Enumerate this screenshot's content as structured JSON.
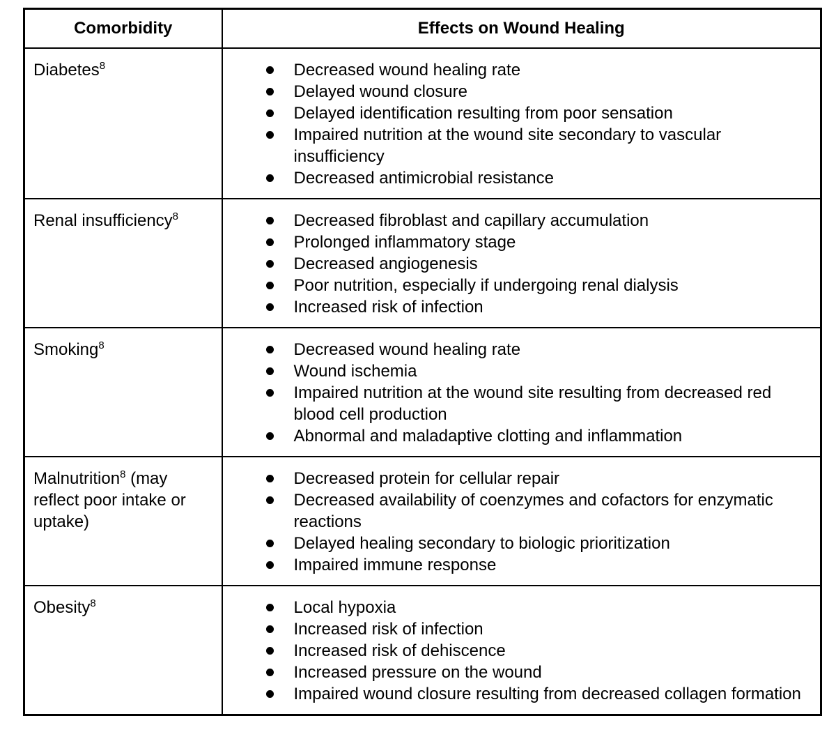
{
  "colors": {
    "border": "#000000",
    "text": "#000000",
    "background": "#ffffff"
  },
  "table": {
    "columns": [
      {
        "label": "Comorbidity"
      },
      {
        "label": "Effects on Wound Healing"
      }
    ],
    "rows": [
      {
        "comorbidity": "Diabetes",
        "sup": "8",
        "note": "",
        "effects": [
          "Decreased wound healing rate",
          "Delayed wound closure",
          "Delayed identification resulting from poor sensation",
          "Impaired nutrition at the wound site secondary to vascular insufficiency",
          "Decreased antimicrobial resistance"
        ]
      },
      {
        "comorbidity": "Renal insufficiency",
        "sup": "8",
        "note": "",
        "effects": [
          "Decreased fibroblast and capillary accumulation",
          "Prolonged inflammatory stage",
          "Decreased angiogenesis",
          "Poor nutrition, especially if undergoing renal dialysis",
          "Increased risk of infection"
        ]
      },
      {
        "comorbidity": "Smoking",
        "sup": "8",
        "note": "",
        "effects": [
          "Decreased wound healing rate",
          "Wound ischemia",
          "Impaired nutrition at the wound site resulting from decreased red blood cell production",
          "Abnormal and maladaptive clotting and inflammation"
        ]
      },
      {
        "comorbidity": "Malnutrition",
        "sup": "8",
        "note": " (may reflect poor intake or uptake)",
        "effects": [
          "Decreased protein for cellular repair",
          "Decreased availability of coenzymes and cofactors for enzymatic reactions",
          "Delayed healing secondary to biologic prioritization",
          "Impaired immune response"
        ]
      },
      {
        "comorbidity": "Obesity",
        "sup": "8",
        "note": "",
        "effects": [
          "Local hypoxia",
          "Increased risk of infection",
          "Increased risk of dehiscence",
          "Increased pressure on the wound",
          "Impaired wound closure resulting from decreased collagen formation"
        ]
      }
    ]
  }
}
